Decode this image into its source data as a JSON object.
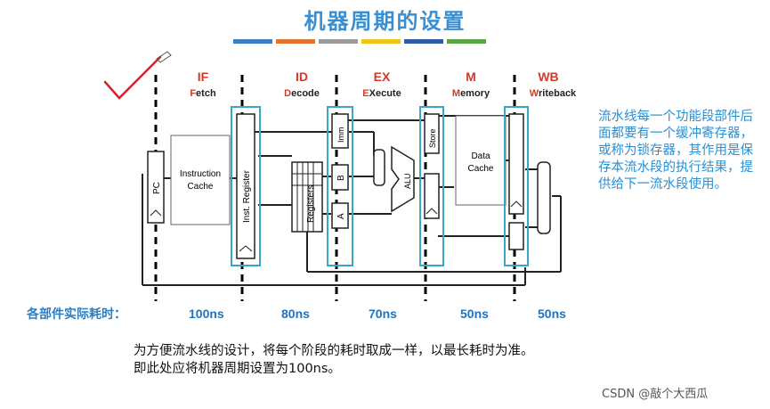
{
  "title": "机器周期的设置",
  "color_bar": [
    "#3b7fc4",
    "#e0742e",
    "#9a9a9a",
    "#f0c419",
    "#2f5aa8",
    "#5aa544"
  ],
  "stages": [
    {
      "abbr": "IF",
      "name_first": "F",
      "name_rest": "etch"
    },
    {
      "abbr": "ID",
      "name_first": "D",
      "name_rest": "ecode"
    },
    {
      "abbr": "EX",
      "name_first": "E",
      "name_rest": "Xecute"
    },
    {
      "abbr": "M",
      "name_first": "M",
      "name_rest": "emory"
    },
    {
      "abbr": "WB",
      "name_first": "W",
      "name_rest": "riteback"
    }
  ],
  "components": {
    "pc": "PC",
    "instruction_cache": [
      "Instruction",
      "Cache"
    ],
    "inst_register": "Inst. Register",
    "registers": "Registers",
    "imm": "Imm",
    "b": "B",
    "a": "A",
    "alu": "ALU",
    "store": "Store",
    "data_cache": [
      "Data",
      "Cache"
    ]
  },
  "note": "流水线每一个功能段部件后面都要有一个缓冲寄存器，或称为锁存器，其作用是保存本流水段的执行结果，提供给下一流水段使用。",
  "row_label": "各部件实际耗时：",
  "times": [
    "100ns",
    "80ns",
    "70ns",
    "50ns",
    "50ns"
  ],
  "explanation": [
    "为方便流水线的设计，将每个阶段的耗时取成一样，以最长耗时为准。",
    "即此处应将机器周期设置为100ns。"
  ],
  "watermark": "CSDN @敲个大西瓜"
}
